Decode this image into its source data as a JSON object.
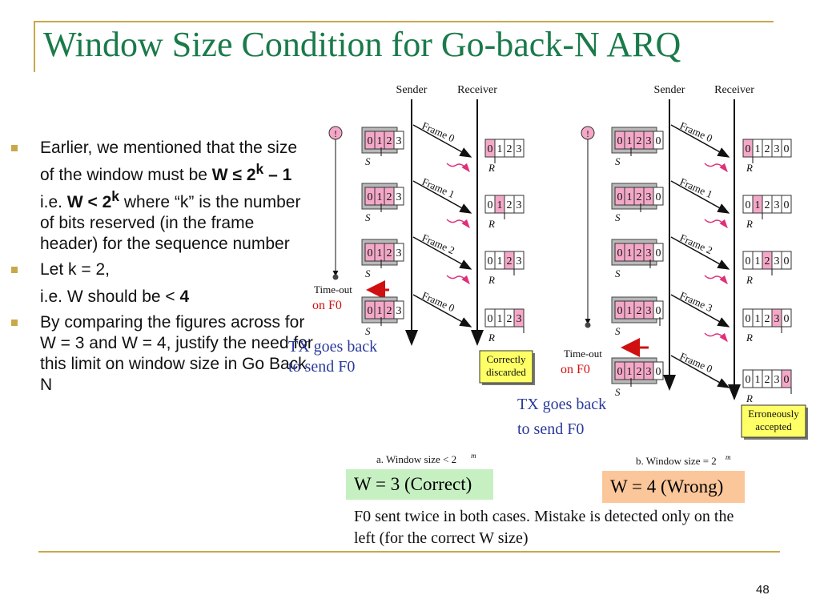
{
  "title": "Window Size Condition for Go-back-N ARQ",
  "bullets": {
    "b1_line1": "Earlier, we mentioned that the size of the window must be",
    "b1_w": "W",
    "b1_le": "≤",
    "b1_2": "2",
    "b1_k": "k",
    "b1_minus1": "– 1",
    "b1_ie": "i.e.",
    "b1_wlt": "W < 2",
    "b1_k2": "k",
    "b1_rest": "where “k” is the number of bits reserved (in the frame header) for the sequence number",
    "b2": "Let k = 2,",
    "b2_cont": "i.e. W should be <",
    "b2_four": "4",
    "b3": "By comparing the figures across for W = 3 and W = 4, justify the need for this limit on window size in Go Back N"
  },
  "diagram": {
    "sender": "Sender",
    "receiver": "Receiver",
    "left_frames": [
      "Frame 0",
      "Frame 1",
      "Frame 2",
      "Frame 0"
    ],
    "right_frames": [
      "Frame 0",
      "Frame 1",
      "Frame 2",
      "Frame 3",
      "Frame 0"
    ],
    "timer_symbol": "!",
    "timeout": "Time-out",
    "on_f0": "on F0",
    "tx_goes_back": "TX goes back",
    "to_send_f0": "to send F0",
    "s": "S",
    "r": "R",
    "correctly": "Correctly",
    "discarded": "discarded",
    "erroneously": "Erroneously",
    "accepted": "accepted",
    "caption_a_text": "a. Window size < 2",
    "caption_b_text": "b. Window size = 2",
    "caption_sup": "m",
    "seq_left": [
      "0",
      "1",
      "2",
      "3"
    ],
    "seq_right": [
      "0",
      "1",
      "2",
      "3",
      "0"
    ]
  },
  "boxes": {
    "correct": "W = 3 (Correct)",
    "wrong": "W = 4 (Wrong)"
  },
  "note": "F0 sent twice in both cases. Mistake is detected only on the left (for the correct W size)",
  "page_number": "48",
  "colors": {
    "title": "#1a7a4a",
    "accent": "#c8a84a",
    "pink": "#f4a8c8",
    "magenta": "#e0307a",
    "yellow": "#ffff66",
    "green_box": "#c6f0c2",
    "orange_box": "#fbc79a",
    "blue_text": "#2a3a9a",
    "red_text": "#d01010"
  }
}
